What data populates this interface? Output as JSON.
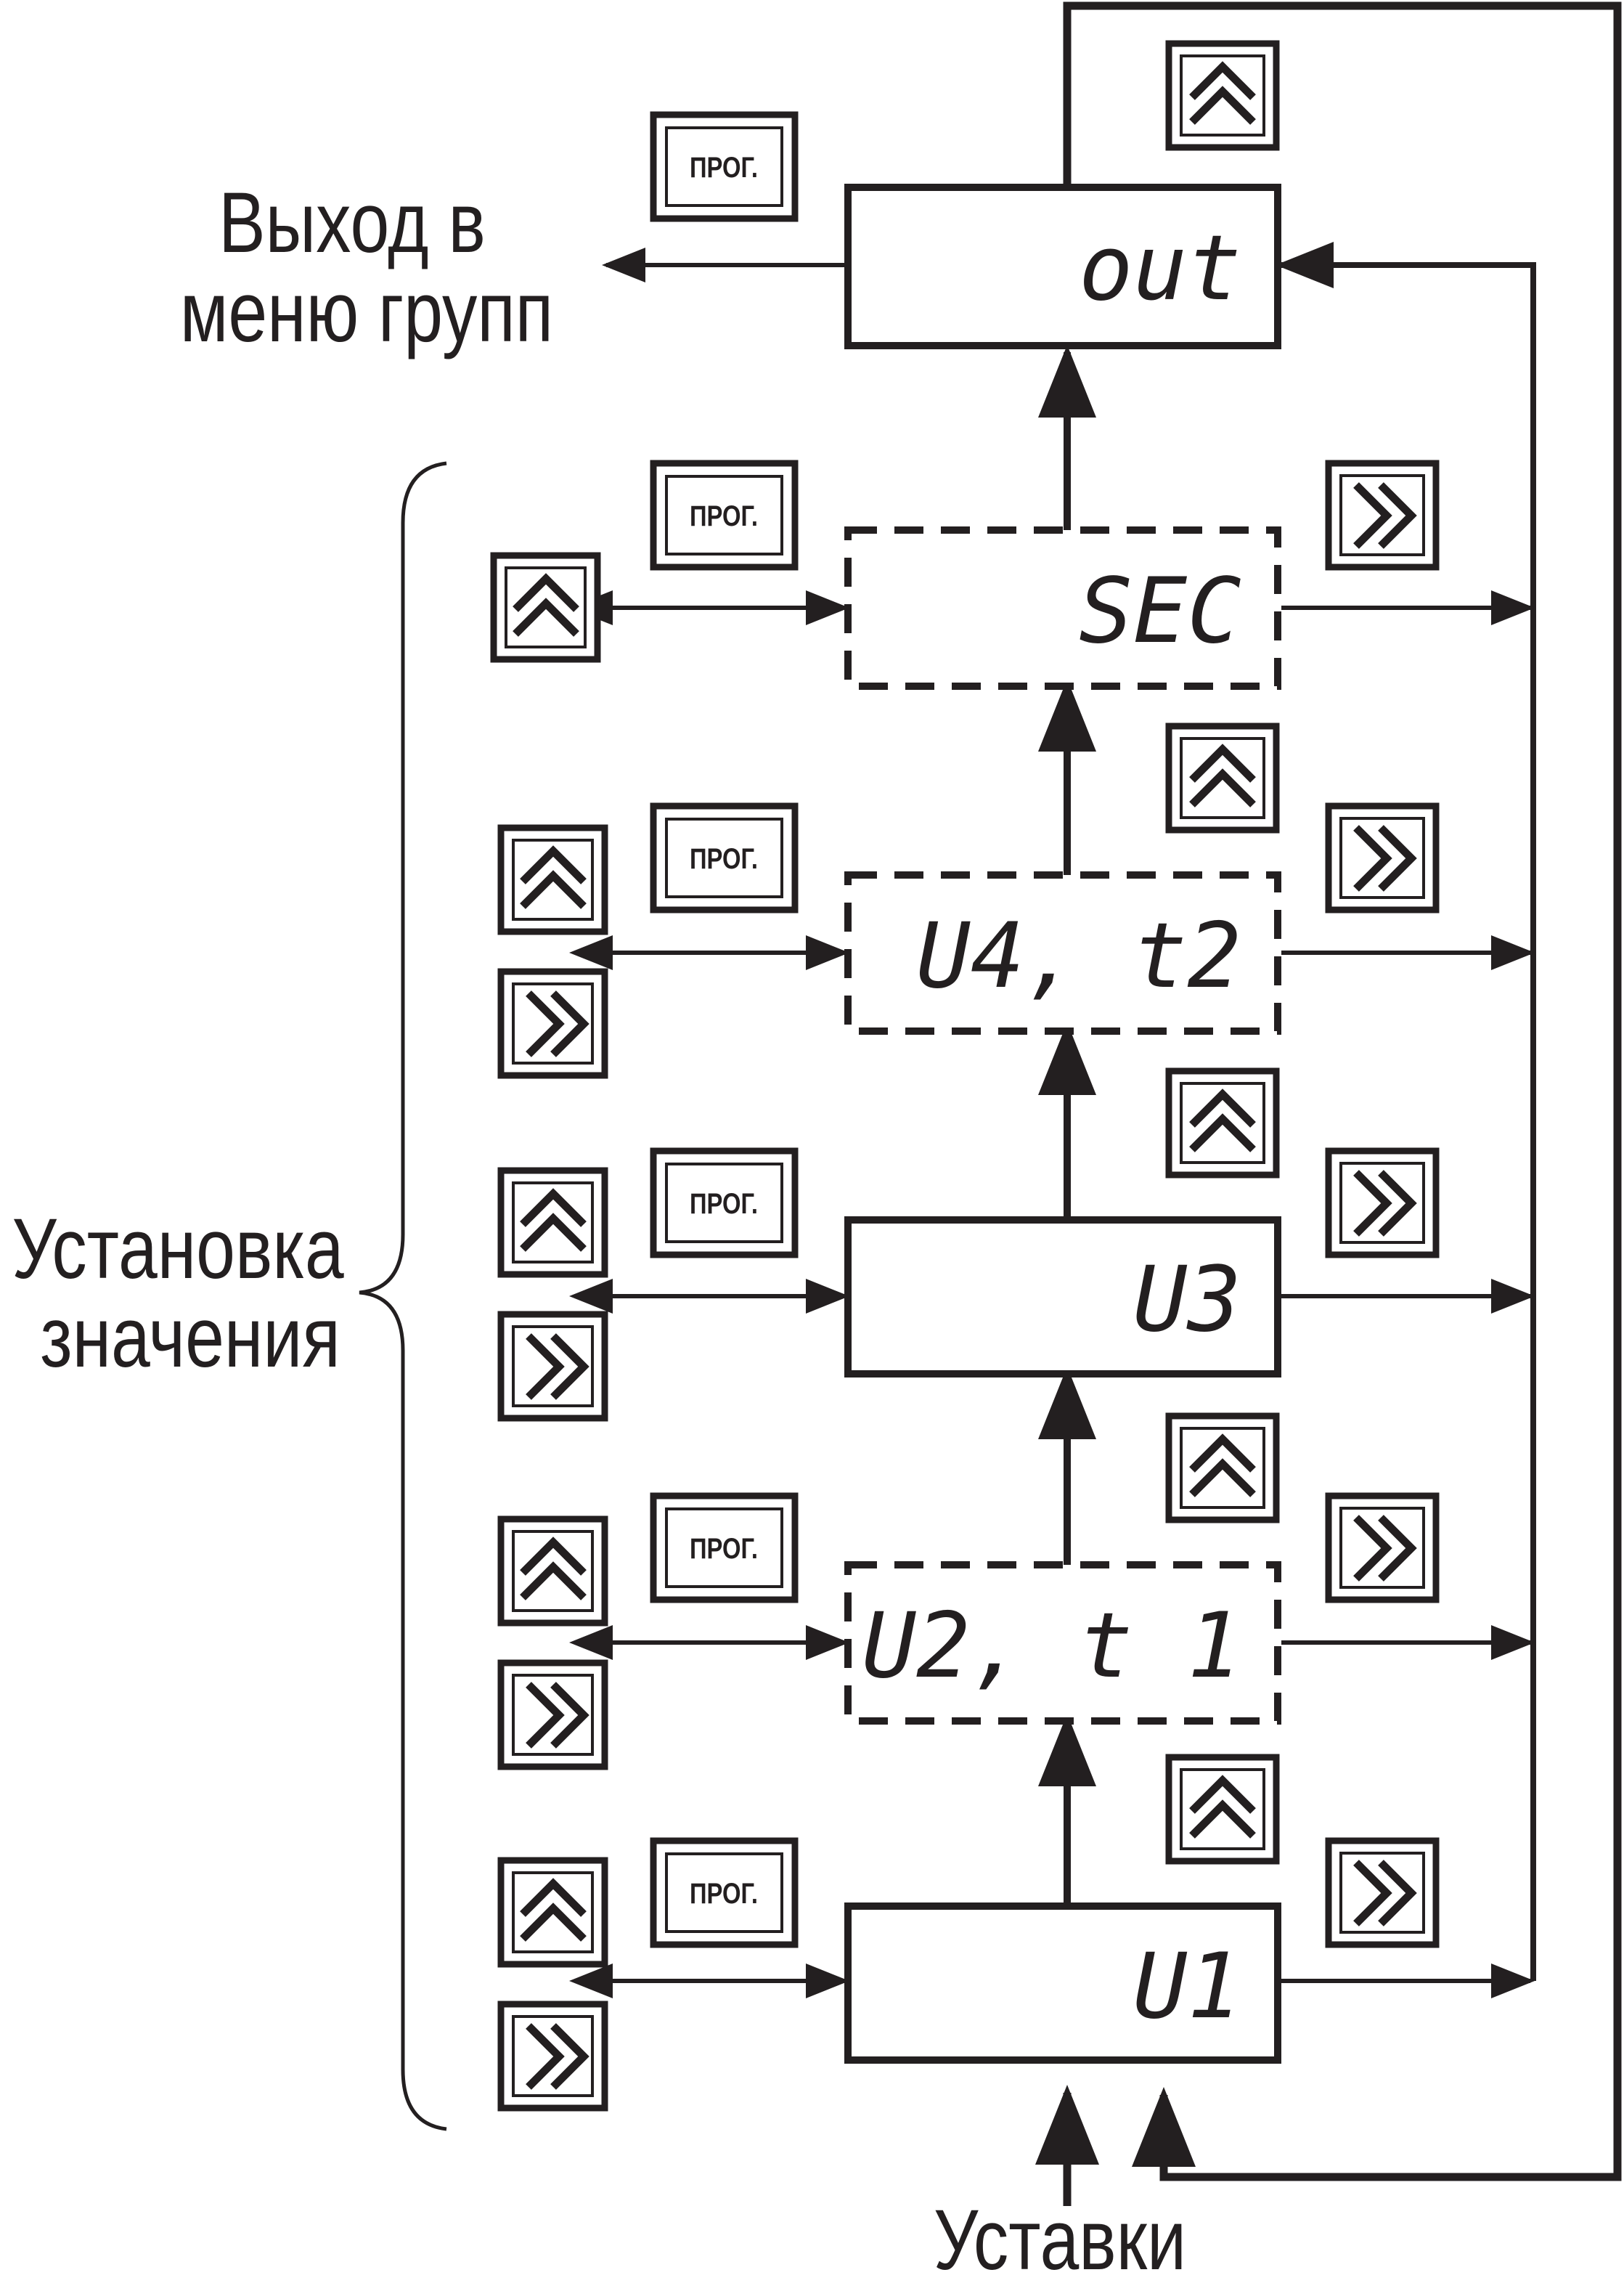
{
  "labels": {
    "exit_line1": "Выход в",
    "exit_line2": "меню групп",
    "setting_line1": "Установка",
    "setting_line2": "значения",
    "setpoints": "Уставки"
  },
  "buttons": {
    "prog_label": "ПРОГ.",
    "up_icon": "double-chevron-up-icon",
    "right_icon": "double-chevron-right-icon"
  },
  "displays": [
    {
      "id": "out",
      "text": "out",
      "style": "solid"
    },
    {
      "id": "sec",
      "text": "SEC",
      "style": "dashed"
    },
    {
      "id": "u4t2",
      "text": "U4, t2",
      "style": "dashed"
    },
    {
      "id": "u3",
      "text": "U3",
      "style": "solid"
    },
    {
      "id": "u2t1",
      "text": "U2, t 1",
      "style": "dashed"
    },
    {
      "id": "u1",
      "text": "U1",
      "style": "solid"
    }
  ]
}
